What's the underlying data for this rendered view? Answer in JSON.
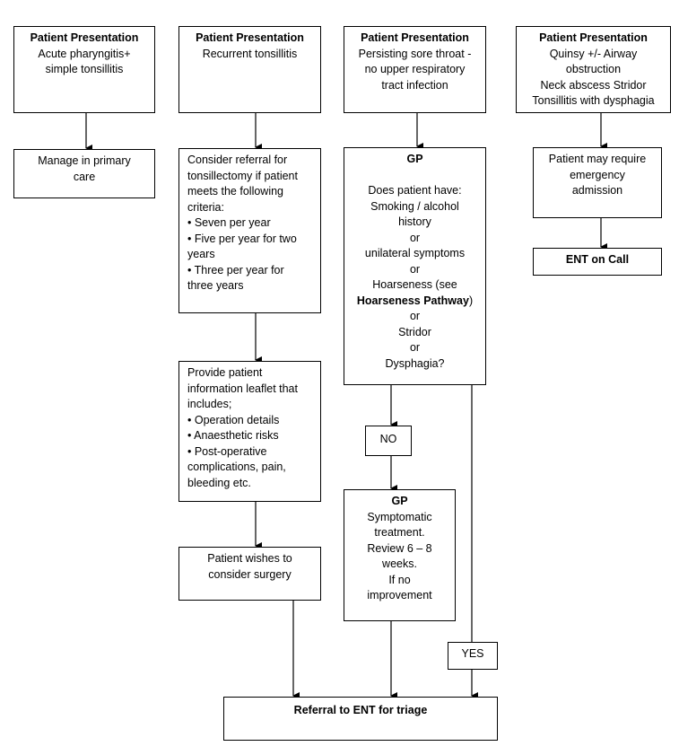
{
  "columns": [
    {
      "title": "Patient Presentation",
      "lines": [
        "Acute pharyngitis+",
        "simple tonsillitis"
      ]
    },
    {
      "title": "Patient Presentation",
      "lines": [
        "Recurrent tonsillitis"
      ]
    },
    {
      "title": "Patient Presentation",
      "lines": [
        "Persisting sore throat -",
        "no upper respiratory",
        "tract infection"
      ]
    },
    {
      "title": "Patient Presentation",
      "lines": [
        "Quinsy +/- Airway",
        "obstruction",
        "Neck abscess Stridor",
        "Tonsillitis with dysphagia"
      ]
    }
  ],
  "manage": [
    "Manage in primary",
    "care"
  ],
  "consider": [
    "Consider referral for",
    "tonsillectomy if patient",
    "meets the following",
    "criteria:",
    "• Seven per year",
    "• Five per year for two",
    "years",
    "• Three  per year for",
    "three years"
  ],
  "gp1": {
    "title": "GP",
    "lines": [
      "Does patient have:",
      "Smoking / alcohol",
      "history",
      "or",
      "unilateral symptoms",
      "or",
      "Hoarseness (see"
    ],
    "link": "Hoarseness Pathway",
    "link_suffix": ")",
    "lines2": [
      "or",
      "Stridor",
      "or",
      "Dysphagia?"
    ]
  },
  "emergency": [
    "Patient may require",
    "emergency",
    "admission"
  ],
  "ent_on_call": "ENT on Call",
  "leaflet": [
    "Provide patient",
    "information leaflet that",
    "includes;",
    "• Operation details",
    "• Anaesthetic risks",
    "• Post-operative",
    "complications, pain,",
    "bleeding etc."
  ],
  "wishes": [
    "Patient wishes to",
    "consider surgery"
  ],
  "no_label": "NO",
  "yes_label": "YES",
  "gp2": {
    "title": "GP",
    "lines": [
      "Symptomatic",
      "treatment.",
      "Review 6 – 8",
      "weeks.",
      "If no",
      "improvement"
    ]
  },
  "referral": "Referral to ENT for triage"
}
